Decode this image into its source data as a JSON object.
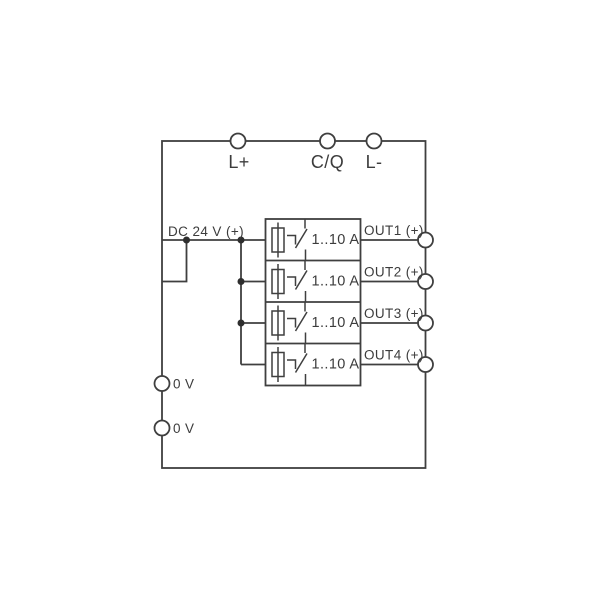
{
  "diagram": {
    "type": "wiring-connection-diagram",
    "description": "4-channel electronic circuit breaker connection diagram",
    "colors": {
      "line": "#3f3f3f",
      "text": "#3c3c3c",
      "background": "#ffffff"
    },
    "top_terminals": [
      {
        "label": "L+"
      },
      {
        "label": "C/Q"
      },
      {
        "label": "L-"
      }
    ],
    "supply_label": "DC 24 V (+)",
    "channels": [
      {
        "rating": "1..10 A",
        "output_label": "OUT1 (+)"
      },
      {
        "rating": "1..10 A",
        "output_label": "OUT2 (+)"
      },
      {
        "rating": "1..10 A",
        "output_label": "OUT3 (+)"
      },
      {
        "rating": "1..10 A",
        "output_label": "OUT4 (+)"
      }
    ],
    "ground_terminals": [
      {
        "label": "0 V"
      },
      {
        "label": "0 V"
      }
    ]
  }
}
